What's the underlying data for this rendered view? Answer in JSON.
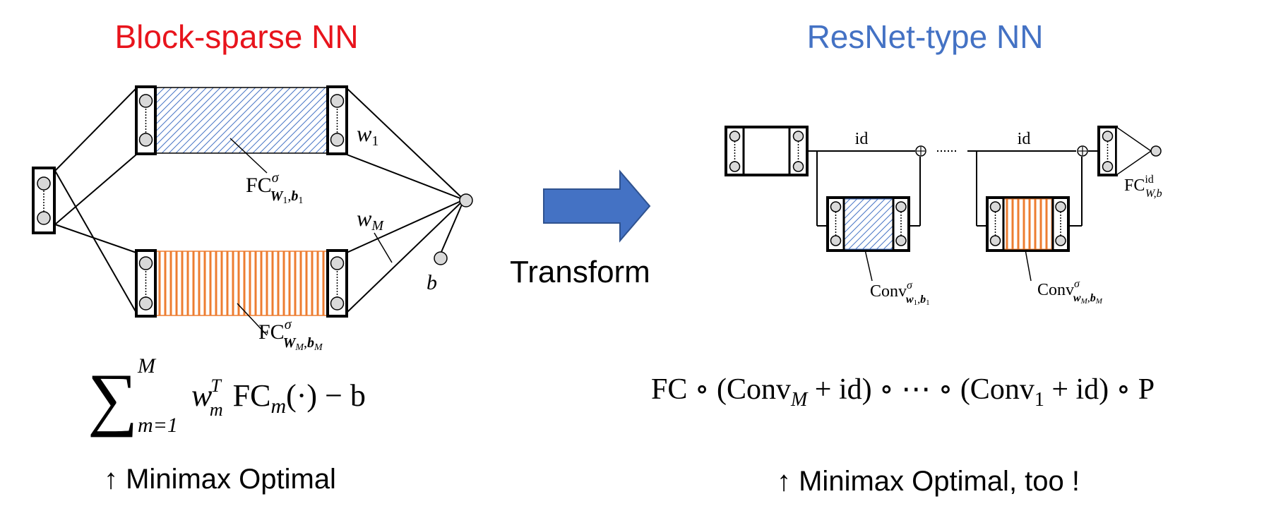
{
  "left": {
    "title": "Block-sparse NN",
    "label_fc1": "FC",
    "label_fc1_sup": "σ",
    "label_fc1_sub": "W",
    "label_fc1_sub_idx": "1",
    "label_fc1_sub_b": "b",
    "label_fcM": "FC",
    "label_fcM_sup": "σ",
    "label_fcM_sub": "W",
    "label_fcM_sub_idx": "M",
    "label_fcM_sub_b": "b",
    "w1": "w",
    "w1_idx": "1",
    "wM": "w",
    "wM_idx": "M",
    "b": "b",
    "formula": {
      "sum_top": "M",
      "sum_bottom": "m=1",
      "w": "w",
      "w_sub": "m",
      "w_sup": "T",
      "fc": "FC",
      "fc_sub": "m",
      "rest": "(·) − b"
    },
    "caption": "↑ Minimax Optimal"
  },
  "arrow_label": "Transform",
  "right": {
    "title": "ResNet-type NN",
    "id1": "id",
    "id2": "id",
    "fc_label": "FC",
    "fc_sup": "id",
    "fc_sub": "W,b",
    "conv1": "Conv",
    "conv1_sup": "σ",
    "conv1_sub": "w",
    "conv1_sub_idx": "1",
    "conv1_sub_b": "b",
    "convM": "Conv",
    "convM_sup": "σ",
    "convM_sub": "w",
    "convM_sub_idx": "M",
    "convM_sub_b": "b",
    "formula": "FC ∘ (Conv",
    "formula_sub_M": "M",
    "formula_mid": " + id) ∘ ⋯ ∘ (Conv",
    "formula_sub_1": "1",
    "formula_end": " + id) ∘ P",
    "caption": "↑ Minimax Optimal, too !"
  },
  "colors": {
    "left_title": "#e8141c",
    "right_title": "#4472c4",
    "blue_hatch": "#4472c4",
    "orange_stripe": "#ed7d31",
    "arrow": "#4472c4",
    "node_fill": "#d9d9d9"
  }
}
